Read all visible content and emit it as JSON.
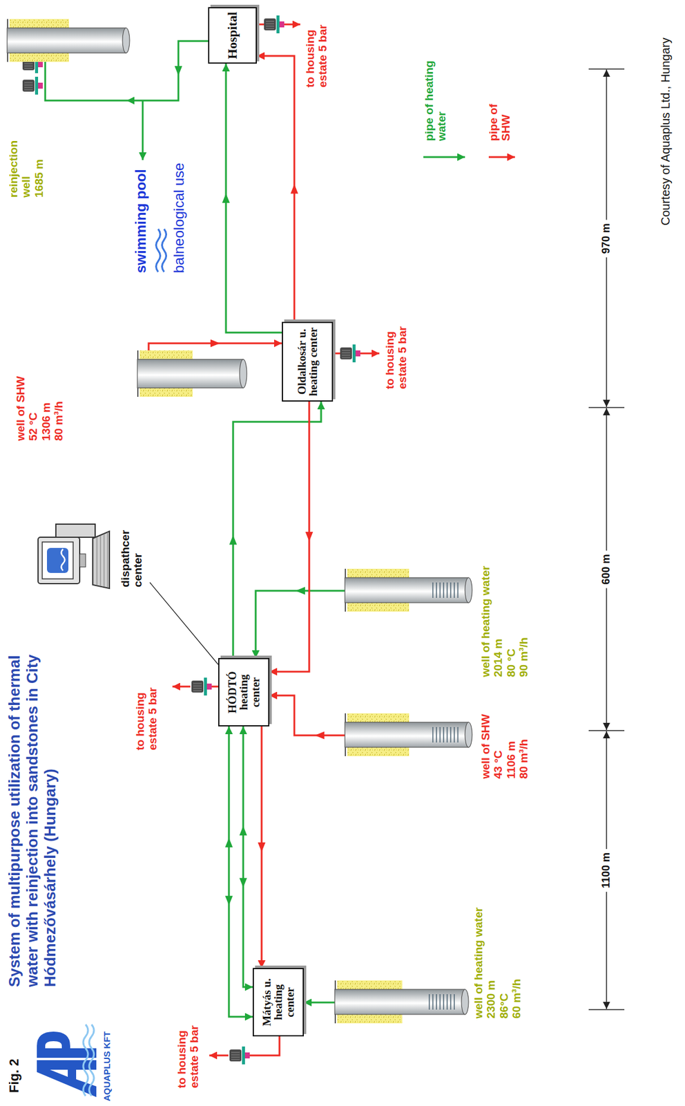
{
  "diagram": {
    "title": "System of multipurpose utilization of thermal water with reinjection into sandstones in City Hódmezővásárhely (Hungary)",
    "nodes": [
      {
        "text": [
          "Mátyás u. heating center"
        ]
      },
      {
        "text": [
          "HÓDTÓ heating center"
        ]
      },
      {
        "text": [
          "Oldalkosár u. heating center"
        ]
      },
      {
        "text": [
          "Hospital"
        ]
      },
      {
        "text": [
          "well of heating water",
          "2300 m",
          "86°C",
          "60 m³/h"
        ]
      },
      {
        "text": [
          "well of SHW",
          "43 °C",
          "1106 m",
          "80 m³/h"
        ]
      },
      {
        "text": [
          "well of heating water",
          "2014 m",
          "80 °C",
          "90 m³/h"
        ]
      },
      {
        "text": [
          "well of SHW",
          "52 °C",
          "1306 m",
          "80 m³/h"
        ]
      },
      {
        "text": [
          "reinjection well",
          "1685 m"
        ]
      },
      {
        "text": [
          "dispathcer center"
        ]
      }
    ],
    "edges": [
      {
        "from": 4,
        "to": 0,
        "arrow": "to"
      },
      {
        "from": 0,
        "to": 1,
        "arrow": "both"
      },
      {
        "from": 0,
        "to": 1,
        "arrow": "both"
      },
      {
        "from": 6,
        "to": 1,
        "arrow": "to"
      },
      {
        "from": 1,
        "to": 2,
        "arrow": "to"
      },
      {
        "from": 2,
        "to": 3,
        "arrow": "to"
      },
      {
        "from": 3,
        "to": 8,
        "arrow": "to"
      },
      {
        "from": 5,
        "to": 1,
        "arrow": "to"
      },
      {
        "from": 7,
        "to": 2,
        "arrow": "to"
      },
      {
        "from": 2,
        "to": 1,
        "arrow": "to"
      },
      {
        "from": 2,
        "to": 3,
        "arrow": "to"
      },
      {
        "from": 1,
        "to": 0,
        "arrow": "to"
      },
      {
        "from": 9,
        "to": 1,
        "arrow": "none"
      }
    ],
    "labels": [
      "Fig. 2",
      "AQUAPLUS KFT",
      "to housing estate 5 bar",
      "to housing estate 5 bar",
      "to housing estate 5 bar",
      "to housing estate 5 bar",
      "swimming pool",
      "balneological use",
      "1100 m",
      "600 m",
      "970 m",
      "Courtesy of Aquaplus Ltd., Hungary"
    ],
    "legend": [
      {
        "text": "pipe of heating water"
      },
      {
        "text": "pipe of SHW"
      }
    ]
  }
}
